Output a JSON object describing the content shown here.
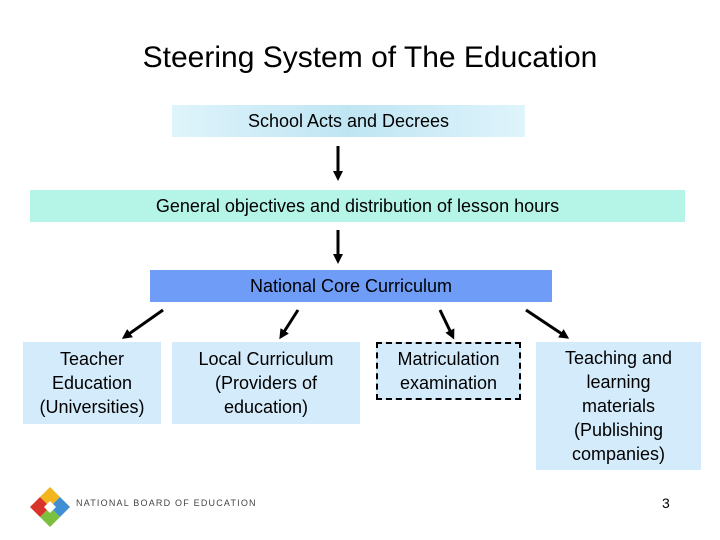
{
  "title": "Steering System of The Education",
  "boxes": {
    "acts": "School Acts and Decrees",
    "objectives": "General objectives and distribution of lesson hours",
    "ncc": "National Core Curriculum",
    "teacher": [
      "Teacher",
      "Education",
      "(Universities)"
    ],
    "local": [
      "Local Curriculum",
      "(Providers of",
      "education)"
    ],
    "matric": [
      "Matriculation",
      "examination"
    ],
    "materials": [
      "Teaching and",
      "learning",
      "materials",
      "(Publishing",
      "companies)"
    ]
  },
  "footer": {
    "logo_text": "NATIONAL BOARD OF EDUCATION",
    "page_number": "3"
  }
}
